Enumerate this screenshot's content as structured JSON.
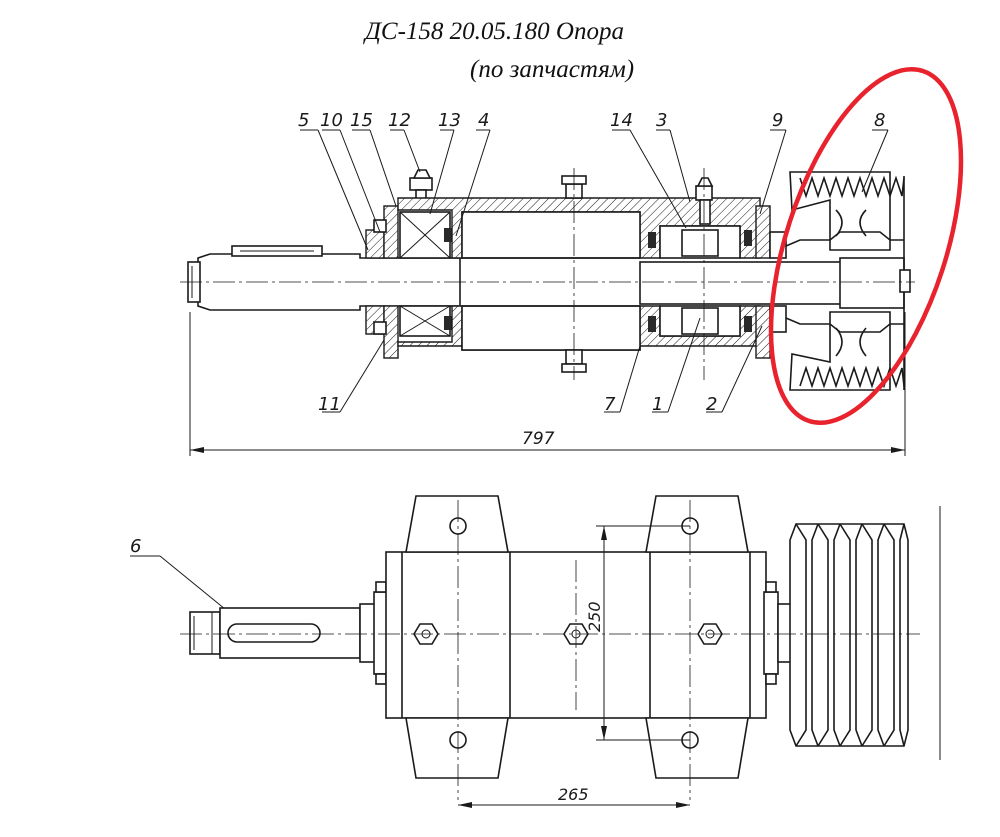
{
  "title": {
    "line1": "ДС-158 20.05.180 Опора",
    "line2": "(по запчастям)"
  },
  "callouts": [
    {
      "label": "5"
    },
    {
      "label": "10"
    },
    {
      "label": "15"
    },
    {
      "label": "12"
    },
    {
      "label": "13"
    },
    {
      "label": "4"
    },
    {
      "label": "14"
    },
    {
      "label": "3"
    },
    {
      "label": "9"
    },
    {
      "label": "8"
    },
    {
      "label": "11"
    },
    {
      "label": "7"
    },
    {
      "label": "1"
    },
    {
      "label": "2"
    },
    {
      "label": "6"
    }
  ],
  "dimensions": {
    "overall_length": "797",
    "bolt_spacing_vertical": "250",
    "bolt_spacing_horizontal": "265"
  },
  "highlight": {
    "color": "#e8232e",
    "marks": "part 8"
  }
}
